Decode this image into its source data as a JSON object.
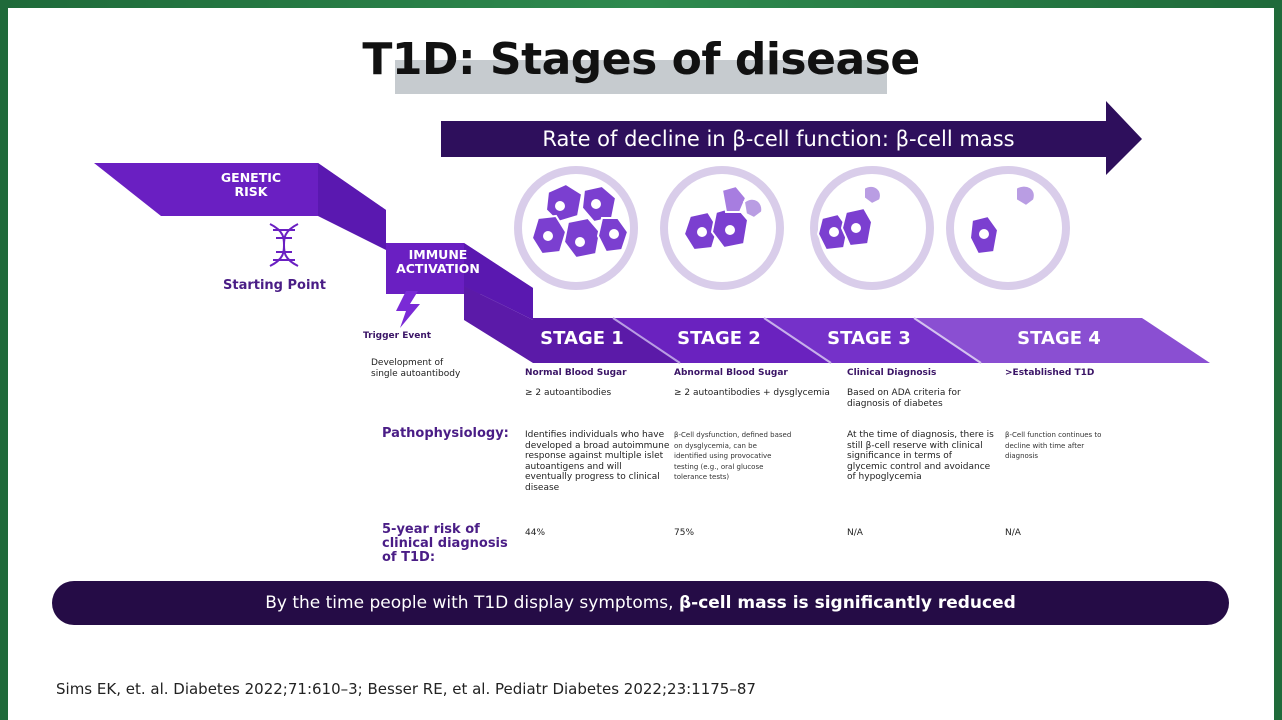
{
  "title": "T1D: Stages of disease",
  "rate_arrow_label": "Rate of decline in β-cell function: β-cell mass",
  "genetic_risk_label": "GENETIC\nRISK",
  "starting_point_label": "Starting Point",
  "immune_activation_label": "IMMUNE\nACTIVATION",
  "trigger_event_label": "Trigger Event",
  "pre_stage_note": "Development of\nsingle autoantibody",
  "stages": [
    {
      "label": "STAGE 1",
      "heading": "Normal Blood Sugar",
      "criteria": "≥ 2 autoantibodies",
      "pathophysiology": "Identifies individuals who have developed a broad autoimmune response against multiple islet autoantigens and will eventually progress to clinical disease",
      "risk": "44%"
    },
    {
      "label": "STAGE 2",
      "heading": "Abnormal Blood Sugar",
      "criteria": "≥ 2 autoantibodies + dysglycemia",
      "pathophysiology": "β-Cell dysfunction, defined based on dysglycemia, can be identified using provocative testing (e.g., oral glucose tolerance tests)",
      "risk": "75%"
    },
    {
      "label": "STAGE 3",
      "heading": "Clinical Diagnosis",
      "criteria": "Based on ADA criteria for diagnosis of diabetes",
      "pathophysiology": "At the time of diagnosis, there is still β-cell reserve with clinical significance in terms of glycemic control and avoidance of hypoglycemia",
      "risk": "N/A"
    },
    {
      "label": "STAGE 4",
      "heading": ">Established T1D",
      "criteria": "",
      "pathophysiology": "β-Cell function continues to decline with time after diagnosis",
      "risk": "N/A"
    }
  ],
  "pathophysiology_label": "Pathophysiology:",
  "risk_label": "5-year risk of\nclinical diagnosis\nof T1D:",
  "banner_text": "By the time people with T1D display symptoms, ",
  "banner_bold": "β-cell mass is significantly reduced",
  "citation": "Sims EK, et. al. Diabetes 2022;71:610–3; Besser RE, et al. Pediatr Diabetes 2022;23:1175–87",
  "colors": {
    "dark_purple": "#2e0f5c",
    "purple": "#5b1aa8",
    "bright_purple": "#7a2ad6",
    "lavender": "#d9cdea",
    "banner": "#250c46"
  },
  "icons": [
    "dna-icon",
    "lightning-icon"
  ]
}
